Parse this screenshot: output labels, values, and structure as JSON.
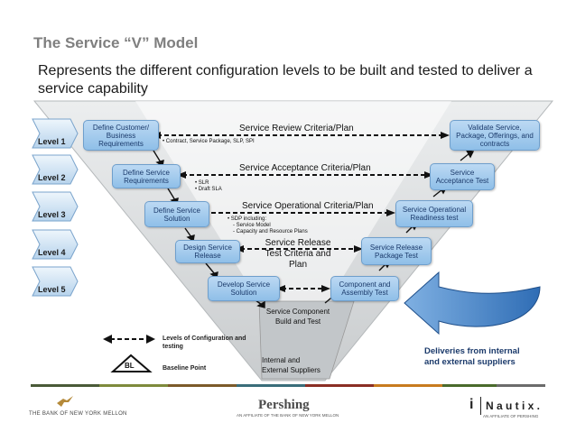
{
  "slide": {
    "title": "The Service “V” Model",
    "subtitle": "Represents the different configuration levels to be built and tested to deliver a service capability"
  },
  "levels": [
    "Level 1",
    "Level 2",
    "Level 3",
    "Level 4",
    "Level 5"
  ],
  "left_boxes": [
    "Define Customer/ Business Requirements",
    "Define Service Requirements",
    "Define Service Solution",
    "Design Service Release",
    "Develop Service Solution"
  ],
  "right_boxes": [
    "Validate Service, Package, Offerings, and contracts",
    "Service Acceptance Test",
    "Service Operational Readiness test",
    "Service Release Package Test",
    "Component and Assembly Test"
  ],
  "criteria": [
    "Service Review Criteria/Plan",
    "Service Acceptance Criteria/Plan",
    "Service Operational Criteria/Plan",
    "Service Release Test Criteria and Plan"
  ],
  "bullets": {
    "level1": "• Contract, Service Package, SLP, SPI",
    "level2": [
      "• SLR",
      "• Draft SLA"
    ],
    "level3": [
      "• SDP including:",
      "- Service Model",
      "- Capacity and Resource Plans"
    ]
  },
  "bottom_v": {
    "component": "Service Component Build and Test",
    "suppliers": "Internal and External Suppliers"
  },
  "deliveries": "Deliveries from internal and external suppliers",
  "legend": {
    "arrow_label": "Levels of Configuration and testing",
    "baseline_symbol": "BL",
    "baseline_label": "Baseline Point"
  },
  "footer": {
    "left": "THE BANK OF NEW YORK MELLON",
    "center_logo": "Pershing",
    "center_sub": "AN AFFILIATE OF THE BANK OF NEW YORK MELLON",
    "right_logo_prefix": "i",
    "right_logo": "N a u t i x .",
    "right_sub": "AN AFFILIATE OF PERSHING"
  },
  "colors": {
    "title": "#7f7f7f",
    "box_fill": "#a9cdee",
    "box_text": "#1b3a6b",
    "v_fill": "#d9dcde",
    "arrow_blue": "#2f6db5",
    "footer_strip": [
      "#4a5a38",
      "#7e8a3c",
      "#7c5a2a",
      "#3a6d7a",
      "#8a2e24",
      "#c87b1e",
      "#4a6a2c",
      "#6b6b6b"
    ]
  },
  "icons": [
    "chevron-icon",
    "dashed-double-arrow-icon",
    "baseline-triangle-icon",
    "curved-arrow-icon",
    "dove-icon"
  ]
}
